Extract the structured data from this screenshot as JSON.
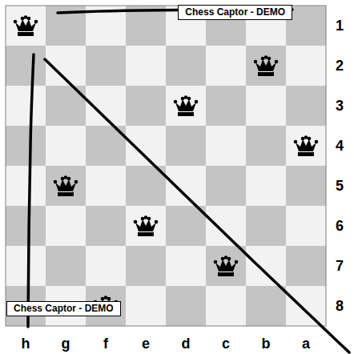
{
  "diagram": {
    "labels": [
      "Chess Captor - DEMO",
      "1",
      "2",
      "3",
      "4",
      "5",
      "6",
      "7",
      "8",
      "Chess Captor - DEMO",
      "h",
      "g",
      "f",
      "e",
      "d",
      "c",
      "b",
      "a"
    ]
  }
}
